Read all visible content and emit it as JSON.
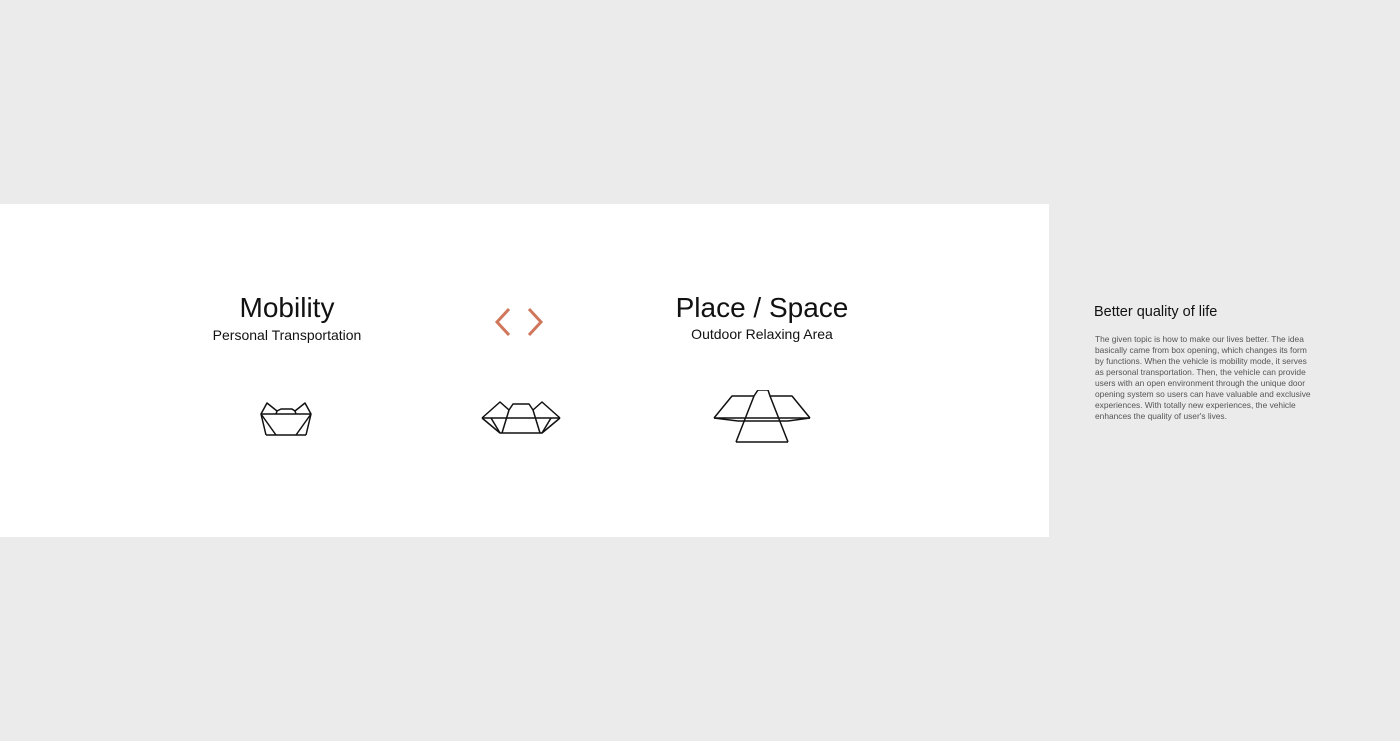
{
  "left_panel": {
    "mobility": {
      "title": "Mobility",
      "subtitle": "Personal Transportation"
    },
    "place": {
      "title": "Place / Space",
      "subtitle": "Outdoor Relaxing Area"
    },
    "arrows_icon": "chevron-left-right-icon",
    "accent_color": "#d0765a"
  },
  "side": {
    "title": "Better quality of life",
    "body": "The given topic is how to make our lives better. The idea basically came from box opening, which changes its form by functions. When the vehicle is mobility mode, it serves as personal transportation. Then, the vehicle can provide users with an open environment through the unique door opening system so users can have valuable and exclusive experiences. With totally new experiences, the vehicle enhances the quality of user's lives."
  },
  "colors": {
    "background": "#ebebeb",
    "panel": "#ffffff",
    "text": "#111111"
  }
}
